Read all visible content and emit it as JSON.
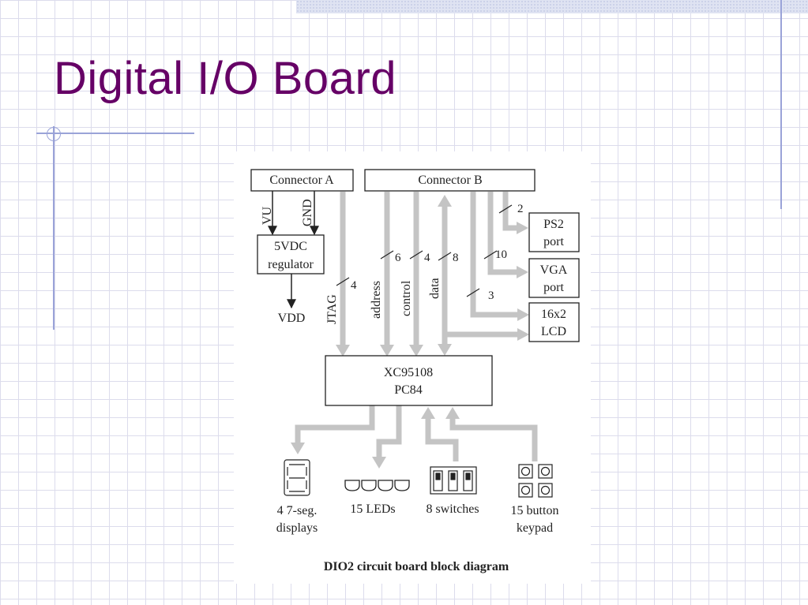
{
  "slide": {
    "title": "Digital I/O Board"
  },
  "diagram": {
    "blocks": {
      "connector_a": "Connector A",
      "connector_b": "Connector B",
      "regulator_line1": "5VDC",
      "regulator_line2": "regulator",
      "cpld_line1": "XC95108",
      "cpld_line2": "PC84",
      "ps2_line1": "PS2",
      "ps2_line2": "port",
      "vga_line1": "VGA",
      "vga_line2": "port",
      "lcd_line1": "16x2",
      "lcd_line2": "LCD"
    },
    "signals": {
      "vu": "VU",
      "gnd": "GND",
      "vdd": "VDD",
      "jtag": "JTAG",
      "address": "address",
      "control": "control",
      "data": "data"
    },
    "bus_widths": {
      "jtag": "4",
      "address": "6",
      "control": "4",
      "data": "8",
      "ps2": "2",
      "vga": "10",
      "lcd": "3"
    },
    "peripherals": {
      "displays_line1": "4 7-seg.",
      "displays_line2": "displays",
      "leds": "15 LEDs",
      "switches": "8 switches",
      "keypad_line1": "15 button",
      "keypad_line2": "keypad"
    },
    "caption": "DIO2 circuit board block diagram"
  }
}
